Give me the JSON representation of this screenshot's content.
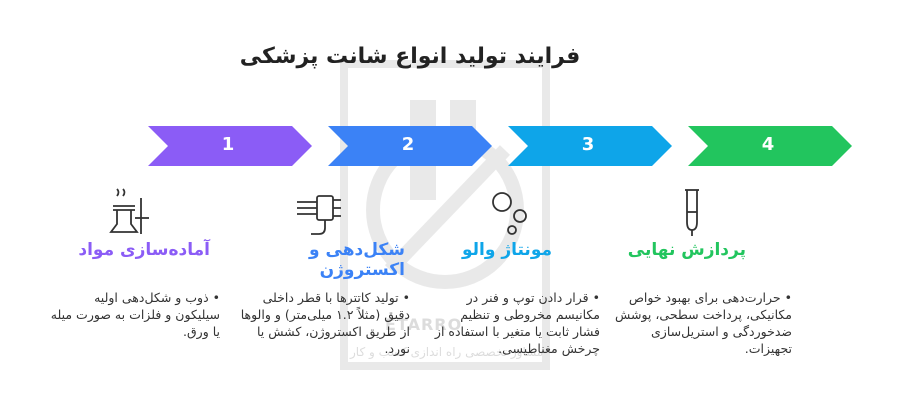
{
  "title": "فرایند تولید انواع شانت پزشکی",
  "watermark": {
    "brand": "ETARRO",
    "subtitle": "مشاور تخصصی راه اندازی کسب و کار"
  },
  "steps": [
    {
      "number": "1",
      "color": "#8b5cf6",
      "icon": "distillation-flask-icon",
      "heading": "آماده‌سازی مواد",
      "description": "ذوب و شکل‌دهی اولیه سیلیکون و فلزات به صورت میله یا ورق."
    },
    {
      "number": "2",
      "color": "#3b82f6",
      "icon": "extruder-plug-icon",
      "heading": "شکل‌دهی و اکستروژن",
      "description": "تولید کاتترها با قطر داخلی دقیق (مثلاً ۱.۲ میلی‌متر) و والوها از طریق اکستروژن، کشش یا نورد."
    },
    {
      "number": "3",
      "color": "#0ea5e9",
      "icon": "bubbles-icon",
      "heading": "مونتاژ والو",
      "description": "قرار دادن توپ و فنر در مکانیسم مخروطی و تنظیم فشار ثابت یا متغیر با استفاده از چرخش مغناطیسی."
    },
    {
      "number": "4",
      "color": "#22c55e",
      "icon": "test-tube-icon",
      "heading": "پردازش نهایی",
      "description": "حرارت‌دهی برای بهبود خواص مکانیکی، پرداخت سطحی، پوشش ضدخوردگی و استریل‌سازی تجهیزات."
    }
  ]
}
